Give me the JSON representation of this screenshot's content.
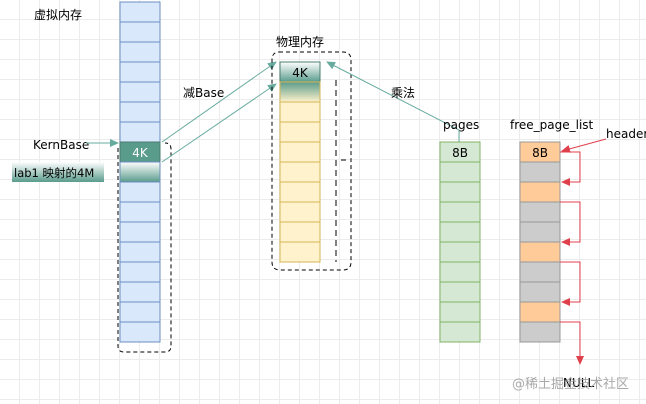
{
  "labels": {
    "virtual_memory": "虚拟内存",
    "physical_memory": "物理内存",
    "kernbase": "KernBase",
    "lab1_map": "lab1 映射的4M",
    "minus_base": "减Base",
    "multiply": "乘法",
    "pages": "pages",
    "free_page_list": "free_page_list",
    "header": "header",
    "null": "NULL",
    "watermark": "@稀土掘金技术社区"
  },
  "cells": {
    "virtual_4k": "4K",
    "physical_4k": "4K",
    "pages_8b": "8B",
    "free_8b": "8B"
  },
  "colors": {
    "virtual_fill": "#dae8fc",
    "virtual_stroke": "#6c8ebf",
    "physical_fill": "#fff2cc",
    "physical_stroke": "#d6b656",
    "pages_fill": "#d5e8d4",
    "pages_stroke": "#82b366",
    "free_orange": "#ffcc99",
    "free_gray": "#cccccc",
    "teal_cell": "#5a9c8c",
    "arrow_green": "#67ab9f",
    "arrow_red": "#e0404c"
  }
}
